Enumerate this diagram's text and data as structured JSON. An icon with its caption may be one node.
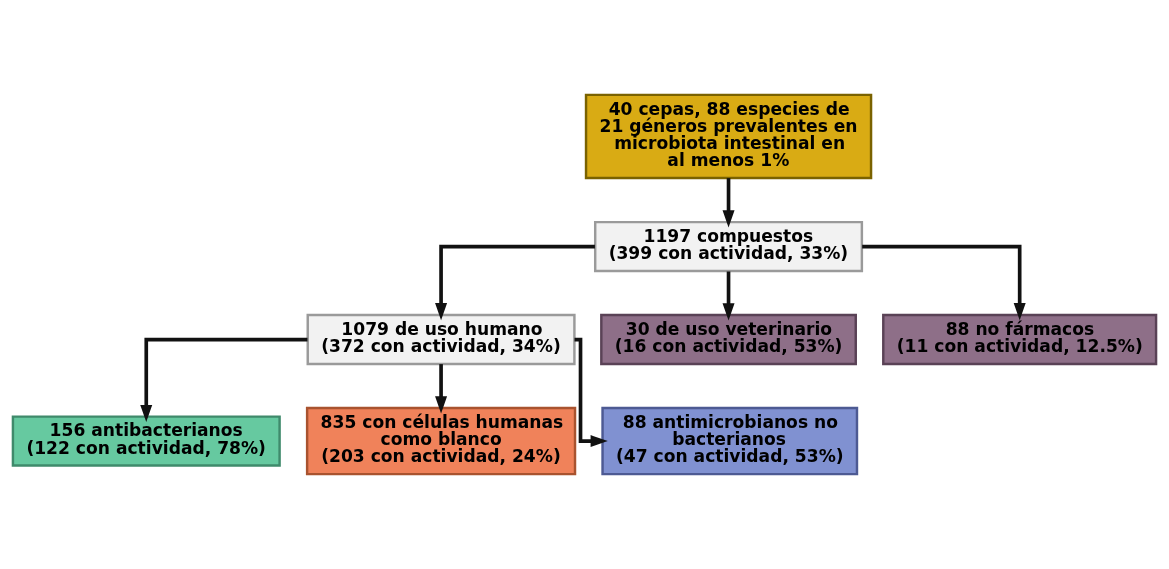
{
  "diagram": {
    "nodes": [
      {
        "text": [
          "40 cepas, 88 especies de 21 géneros prevalentes en microbiota intestinal en al menos 1%"
        ]
      },
      {
        "text": [
          "1197 compuestos",
          "(399 con actividad, 33%)"
        ]
      },
      {
        "text": [
          "1079 de uso humano",
          "(372 con actividad, 34%)"
        ]
      },
      {
        "text": [
          "30 de uso veterinario",
          "(16 con actividad, 53%)"
        ]
      },
      {
        "text": [
          "88 no fármacos",
          "(11 con actividad, 12.5%)"
        ]
      },
      {
        "text": [
          "156 antibacterianos",
          "(122 con actividad, 78%)"
        ]
      },
      {
        "text": [
          "835 con células humanas como blanco",
          "(203 con actividad, 24%)"
        ]
      },
      {
        "text": [
          "88 antimicrobianos no bacterianos",
          "(47 con actividad, 53%)"
        ]
      }
    ],
    "edges": [
      {
        "from": 0,
        "to": 1,
        "arrow": "to"
      },
      {
        "from": 1,
        "to": 2,
        "arrow": "to"
      },
      {
        "from": 1,
        "to": 3,
        "arrow": "to"
      },
      {
        "from": 1,
        "to": 4,
        "arrow": "to"
      },
      {
        "from": 2,
        "to": 5,
        "arrow": "to"
      },
      {
        "from": 2,
        "to": 6,
        "arrow": "to"
      },
      {
        "from": 2,
        "to": 7,
        "arrow": "to"
      }
    ]
  }
}
